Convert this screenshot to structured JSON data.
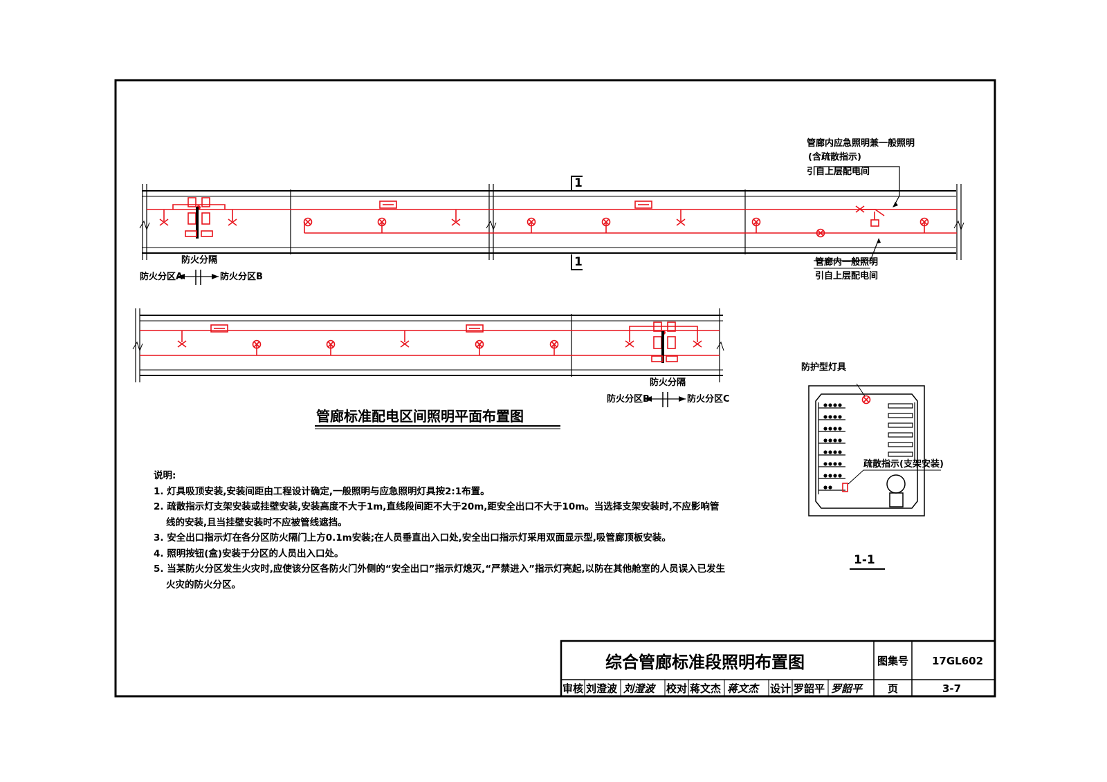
{
  "plan": {
    "title": "管廊标准配电区间照明平面布置图",
    "section_marker": "1",
    "callout_emergency": [
      "管廊内应急照明兼一般照明",
      "(含疏散指示)",
      "引自上层配电间"
    ],
    "callout_general": [
      "管廊内一般照明",
      "引自上层配电间"
    ],
    "fire_separation": "防火分隔",
    "zone_a": "防火分区A",
    "zone_b": "防火分区B",
    "zone_c": "防火分区C"
  },
  "section": {
    "title": "1-1",
    "label_lamp": "防护型灯具",
    "label_evac": "疏散指示(支架安装)"
  },
  "notes": {
    "heading": "说明:",
    "items": [
      "1. 灯具吸顶安装,安装间距由工程设计确定,一般照明与应急照明灯具按2:1布置。",
      "2. 疏散指示灯支架安装或挂壁安装,安装高度不大于1m,直线段间距不大于20m,距安全出口不大于10m。当选择支架安装时,不应影响管线的安装,且当挂壁安装时不应被管线遮挡。",
      "3. 安全出口指示灯在各分区防火隔门上方0.1m安装;在人员垂直出入口处,安全出口指示灯采用双面显示型,吸管廊顶板安装。",
      "4. 照明按钮(盒)安装于分区的人员出入口处。",
      "5. 当某防火分区发生火灾时,应使该分区各防火门外侧的“安全出口”指示灯熄灭,“严禁进入”指示灯亮起,以防在其他舱室的人员误入已发生火灾的防火分区。"
    ]
  },
  "title_block": {
    "drawing_title": "综合管廊标准段照明布置图",
    "atlas_label": "图集号",
    "atlas_no": "17GL602",
    "review_label": "审核",
    "reviewer": "刘澄波",
    "reviewer_sig": "刘澄波",
    "check_label": "校对",
    "checker": "蒋文杰",
    "checker_sig": "蒋文杰",
    "design_label": "设计",
    "designer": "罗韶平",
    "designer_sig": "罗韶平",
    "page_label": "页",
    "page_no": "3-7"
  },
  "colors": {
    "lighting": "#e8141c",
    "linework": "#000000"
  }
}
